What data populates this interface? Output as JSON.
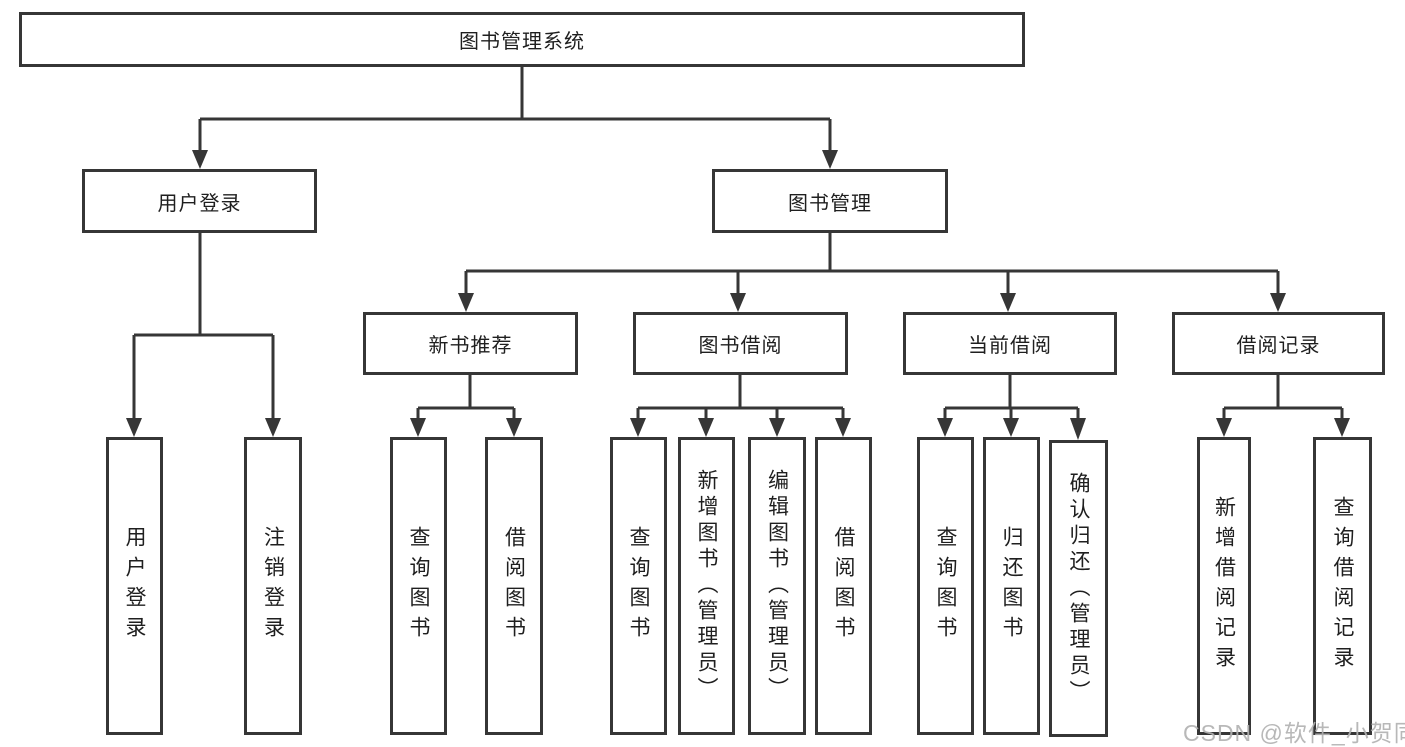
{
  "diagram": {
    "root": "图书管理系统",
    "user_login": {
      "label": "用户登录",
      "children": [
        "用户登录",
        "注销登录"
      ]
    },
    "book_management": {
      "label": "图书管理",
      "modules": [
        {
          "label": "新书推荐",
          "children": [
            "查询图书",
            "借阅图书"
          ]
        },
        {
          "label": "图书借阅",
          "children": [
            "查询图书",
            "新增图书（管理员）",
            "编辑图书（管理员）",
            "借阅图书"
          ]
        },
        {
          "label": "当前借阅",
          "children": [
            "查询图书",
            "归还图书",
            "确认归还（管理员）"
          ]
        },
        {
          "label": "借阅记录",
          "children": [
            "新增借阅记录",
            "查询借阅记录"
          ]
        }
      ]
    }
  },
  "watermark": {
    "text": "CSDN @软件_小贺同学"
  },
  "colors": {
    "line": "#363636",
    "box_border": "#363636",
    "text": "#1f1f1f",
    "watermark": "#b2b2b2",
    "background": "#ffffff"
  }
}
